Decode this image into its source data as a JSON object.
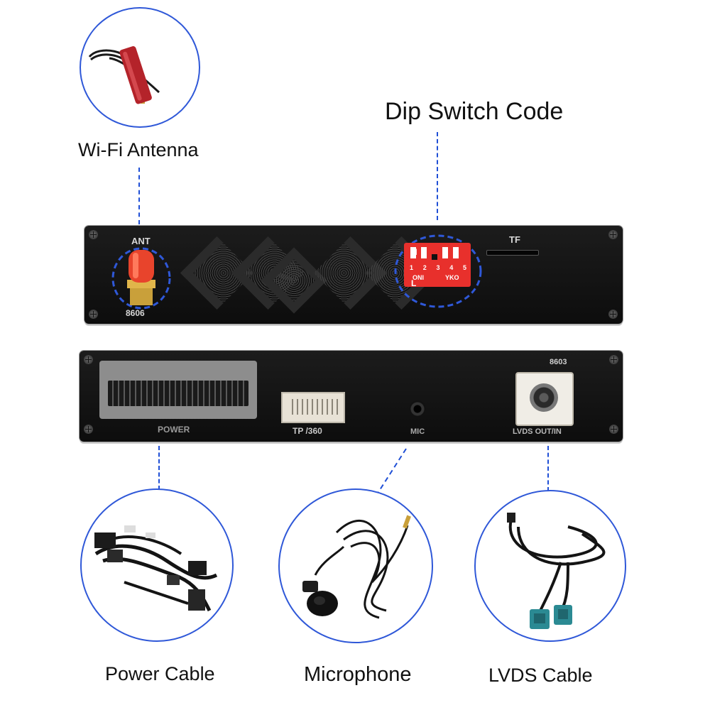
{
  "labels": {
    "wifi_antenna": "Wi-Fi Antenna",
    "dip_switch_code": "Dip Switch Code",
    "power_cable": "Power Cable",
    "microphone": "Microphone",
    "lvds_cable": "LVDS Cable"
  },
  "front_panel": {
    "ant_label": "ANT",
    "ant_code": "8606",
    "tf_label": "TF",
    "dip_high": "H",
    "dip_low": "L",
    "dip_numbers": [
      "1",
      "2",
      "3",
      "4",
      "5"
    ],
    "dip_on": "ONI",
    "dip_brand": "YKO"
  },
  "back_panel": {
    "power_label": "POWER",
    "tp360_label": "TP /360",
    "mic_label": "MIC",
    "lvds_label": "LVDS OUT/IN",
    "lvds_code": "8603"
  },
  "colors": {
    "dash_blue": "#1f4fd6",
    "circle_blue": "#2f58d8",
    "dip_red": "#e8302c"
  },
  "icons": [
    "wifi-antenna-image",
    "power-harness-image",
    "microphone-image",
    "lvds-cable-image"
  ]
}
